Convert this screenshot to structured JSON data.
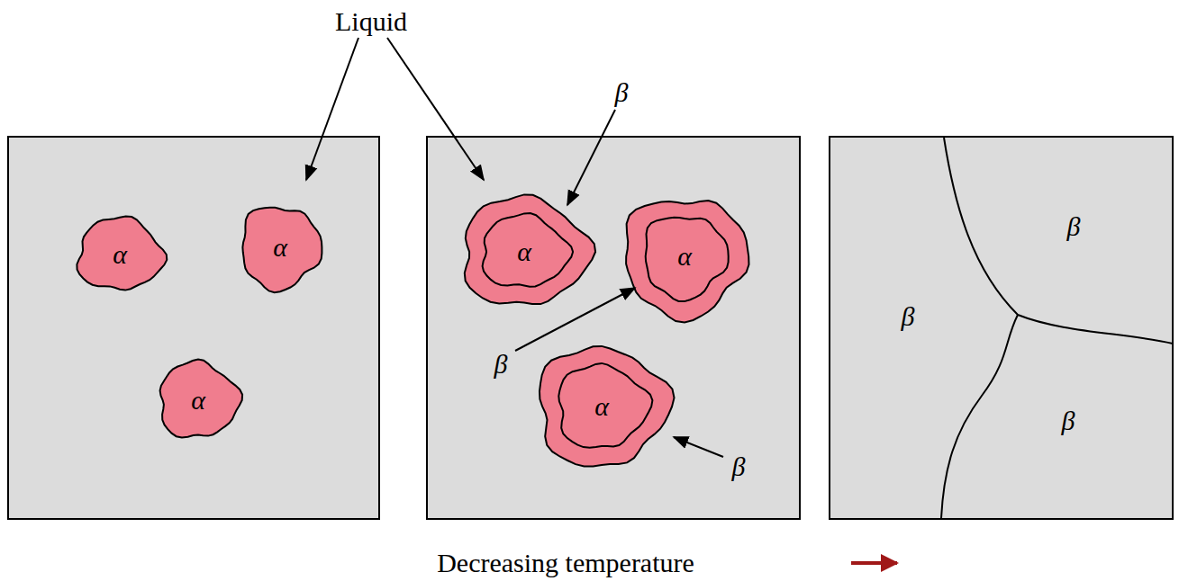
{
  "diagram": {
    "nodes": [
      {
        "text": [
          "α"
        ]
      },
      {
        "text": [
          "α"
        ]
      },
      {
        "text": [
          "α"
        ]
      },
      {
        "text": [
          "α"
        ]
      },
      {
        "text": [
          "α"
        ]
      },
      {
        "text": [
          "α"
        ]
      }
    ],
    "labels": [
      "Liquid",
      "β",
      "β",
      "β",
      "β",
      "β",
      "β",
      "Decreasing temperature"
    ]
  }
}
